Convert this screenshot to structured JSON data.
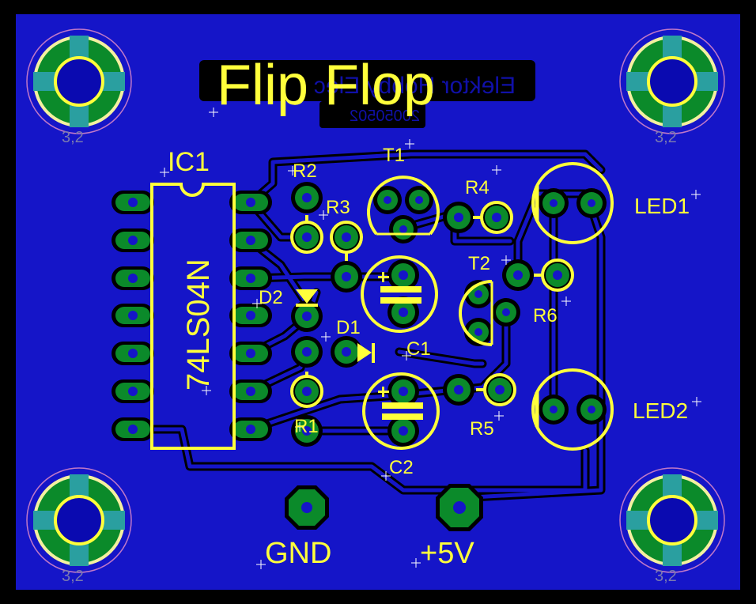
{
  "board": {
    "title": "Flip Flop",
    "hidden_lines": [
      "Elektor Hobby Elec",
      "20050502"
    ]
  },
  "labels": {
    "ic": "IC1",
    "ic_part": "74LS04N",
    "r1": "R1",
    "r2": "R2",
    "r3": "R3",
    "r4": "R4",
    "r5": "R5",
    "r6": "R6",
    "d1": "D1",
    "d2": "D2",
    "t1": "T1",
    "t2": "T2",
    "c1": "C1",
    "c2": "C2",
    "led1": "LED1",
    "led2": "LED2",
    "gnd": "GND",
    "vcc": "+5V",
    "hole": "3,2"
  },
  "colors": {
    "background": "#000000",
    "board": "#1515c8",
    "copper_green": "#0b8a2a",
    "silkscreen": "#ffff3b",
    "hole": "#0a0ab0",
    "trace_gap": "#000000",
    "mount_ring": "#2a9fa0"
  }
}
